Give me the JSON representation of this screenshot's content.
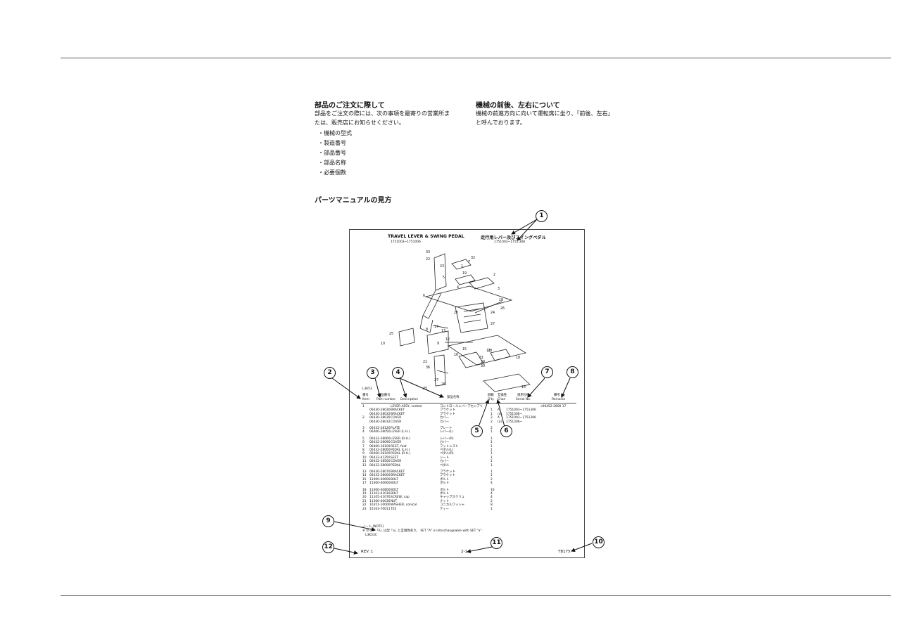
{
  "left_column": {
    "heading": "部品のご注文に際して",
    "line1": "部品をご注文の際には、次の事項を最寄りの営業所ま",
    "line2": "たは、販売店にお知らせください。",
    "items": [
      "・機械の型式",
      "・製造番号",
      "・部品番号",
      "・部品名称",
      "・必要個数"
    ]
  },
  "right_column": {
    "heading": "機械の前後、左右について",
    "line1": "機械の前進方向に向いて運転席に坐り、「前後、左右」",
    "line2": "と呼んでおります。"
  },
  "section_title": "パーツマニュアルの見方",
  "sheet": {
    "title_en": "TRAVEL LEVER & SWING PEDAL",
    "title_jp": "走行用レバー及びスイングペダル",
    "serial_left": "1751003~1751006",
    "serial_right": "1751003~1751,306",
    "group_code": "L3K53",
    "headers": {
      "item_jp": "番号",
      "item_en": "Item",
      "part_jp": "部品番号",
      "part_en": "Part number",
      "desc_en": "Description",
      "name_jp": "部品名称",
      "qty_jp": "個数",
      "qty_en": "Q'ty",
      "chan_jp": "互換性",
      "chan_en": "Chan",
      "serial_jp": "適用号機",
      "serial_en": "Serial No.",
      "rem_jp": "備考",
      "rem_en": "Remarks"
    },
    "rows": [
      [
        "1",
        "",
        "LEVER ASSY, control",
        "コントロールレバーアセンブリ",
        "",
        "",
        "",
        "→06452-2800 17"
      ],
      [
        "",
        "06430-28030",
        "BRACKET",
        "ブラケット",
        "1",
        "A",
        "1751003~1751306",
        ""
      ],
      [
        "",
        "06430-28032",
        "BRACKET",
        "ブラケット",
        "1",
        "(a)",
        "1751306~",
        ""
      ],
      [
        "2",
        "06430-28030",
        "COVER",
        "カバー",
        "2",
        "A",
        "1751003~1751306",
        ""
      ],
      [
        "",
        "06430-28032",
        "COVER",
        "カバー",
        "2",
        "(a)",
        "1751306~",
        ""
      ],
      [
        "3",
        "06432-28120",
        "PLATE",
        "プレート",
        "2",
        "",
        "",
        ""
      ],
      [
        "4",
        "06400-28050",
        "LEVER (L.H.)",
        "レバー(L)",
        "1",
        "",
        "",
        ""
      ],
      [
        "5",
        "06432-28060",
        "LEVER (R.H.)",
        "レバー(R)",
        "1",
        "",
        "",
        ""
      ],
      [
        "6",
        "06432-28090",
        "COVER",
        "カバー",
        "1",
        "",
        "",
        ""
      ],
      [
        "7",
        "06400-18100",
        "REST, foot",
        "フットレスト",
        "1",
        "",
        "",
        ""
      ],
      [
        "8",
        "06432-28060",
        "PEDAL (L.H.)",
        "ペダル(L)",
        "1",
        "",
        "",
        ""
      ],
      [
        "9",
        "06400-28100",
        "PEDAL (R.H.)",
        "ペダル(R)",
        "1",
        "",
        "",
        ""
      ],
      [
        "10",
        "06432-41250",
        "SEET",
        "シート",
        "1",
        "",
        "",
        ""
      ],
      [
        "11",
        "06432-18500",
        "COVER",
        "カバー",
        "1",
        "",
        "",
        ""
      ],
      [
        "12",
        "06432-28000",
        "PEDAL",
        "ペダル",
        "1",
        "",
        "",
        ""
      ],
      [
        "13",
        "06430-28070",
        "BRACKET",
        "ブラケット",
        "1",
        "",
        "",
        ""
      ],
      [
        "14",
        "06432-28000",
        "BRACKET",
        "ブラケット",
        "1",
        "",
        "",
        ""
      ],
      [
        "15",
        "11000-40600",
        "BOLT",
        "ボルト",
        "2",
        "",
        "",
        ""
      ],
      [
        "17",
        "11000-40600",
        "BOLT",
        "ボルト",
        "4",
        "",
        "",
        ""
      ],
      [
        "18",
        "11000-40800",
        "BOLT",
        "ボルト",
        "16",
        "",
        "",
        ""
      ],
      [
        "19",
        "11103-41016",
        "BOLT",
        "ボルト",
        "4",
        "",
        "",
        ""
      ],
      [
        "20",
        "11105-41076",
        "SCREW, cap",
        "キャップスクリュ",
        "4",
        "",
        "",
        ""
      ],
      [
        "21",
        "11300-40036",
        "NUT",
        "ナット",
        "2",
        "",
        "",
        ""
      ],
      [
        "22",
        "10351-10000",
        "WASHER, conical",
        "コニカルワッシャ",
        "8",
        "",
        "",
        ""
      ],
      [
        "23",
        "15163-70011",
        "TEE",
        "ティー",
        "1",
        "",
        "",
        ""
      ]
    ],
    "note_jp": "ノート (NOTE)",
    "note_line1": "※ セット「A」は型「a」と互換性有り。 SET \"A\" is interchangeable with SET \"a\".",
    "note_line2": "L3K53C",
    "rev": "REV. 1",
    "page": "2-1",
    "code": "TB175",
    "part_labels": [
      "33",
      "22",
      "7",
      "1",
      "32",
      "23",
      "19",
      "2",
      "5",
      "6",
      "4",
      "3",
      "18",
      "26",
      "20",
      "24",
      "27",
      "25",
      "10",
      "8",
      "13",
      "17",
      "12",
      "9",
      "15",
      "16",
      "28",
      "31",
      "29",
      "30",
      "11",
      "18",
      "21",
      "14",
      "36",
      "27",
      "26",
      "35"
    ]
  },
  "callouts": [
    "1",
    "2",
    "3",
    "4",
    "5",
    "6",
    "7",
    "8",
    "9",
    "10",
    "11",
    "12"
  ]
}
